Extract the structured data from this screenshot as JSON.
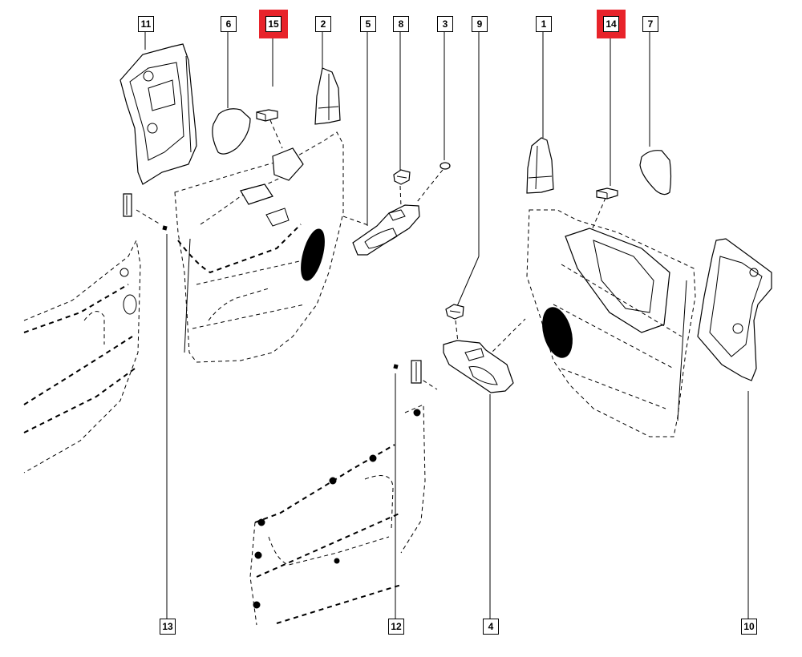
{
  "diagram": {
    "type": "exploded-parts-diagram",
    "subject": "door trim panels",
    "highlight_color": "#e8232a",
    "callouts": [
      {
        "id": "11",
        "label": "11",
        "highlighted": false
      },
      {
        "id": "6",
        "label": "6",
        "highlighted": false
      },
      {
        "id": "15",
        "label": "15",
        "highlighted": true
      },
      {
        "id": "2",
        "label": "2",
        "highlighted": false
      },
      {
        "id": "5",
        "label": "5",
        "highlighted": false
      },
      {
        "id": "8",
        "label": "8",
        "highlighted": false
      },
      {
        "id": "3",
        "label": "3",
        "highlighted": false
      },
      {
        "id": "9",
        "label": "9",
        "highlighted": false
      },
      {
        "id": "1",
        "label": "1",
        "highlighted": false
      },
      {
        "id": "14",
        "label": "14",
        "highlighted": true
      },
      {
        "id": "7",
        "label": "7",
        "highlighted": false
      },
      {
        "id": "13",
        "label": "13",
        "highlighted": false
      },
      {
        "id": "12",
        "label": "12",
        "highlighted": false
      },
      {
        "id": "4",
        "label": "4",
        "highlighted": false
      },
      {
        "id": "10",
        "label": "10",
        "highlighted": false
      }
    ],
    "parts": [
      {
        "name": "left-door-trim-panel"
      },
      {
        "name": "right-door-trim-panel"
      },
      {
        "name": "left-inner-bracket-panel"
      },
      {
        "name": "right-inner-bracket-panel"
      },
      {
        "name": "left-speaker-membrane"
      },
      {
        "name": "right-speaker-membrane"
      },
      {
        "name": "left-corner-trim"
      },
      {
        "name": "right-corner-trim"
      },
      {
        "name": "left-foam-pad"
      },
      {
        "name": "right-foam-pad"
      },
      {
        "name": "left-armrest-switch-bezel"
      },
      {
        "name": "right-armrest-switch-bezel"
      },
      {
        "name": "window-switch-upper"
      },
      {
        "name": "window-switch-lower"
      },
      {
        "name": "clip-fastener"
      },
      {
        "name": "clip-bracket-left"
      },
      {
        "name": "clip-bracket-right"
      },
      {
        "name": "rear-door-panel-left"
      },
      {
        "name": "rear-door-panel-bottom"
      }
    ]
  }
}
